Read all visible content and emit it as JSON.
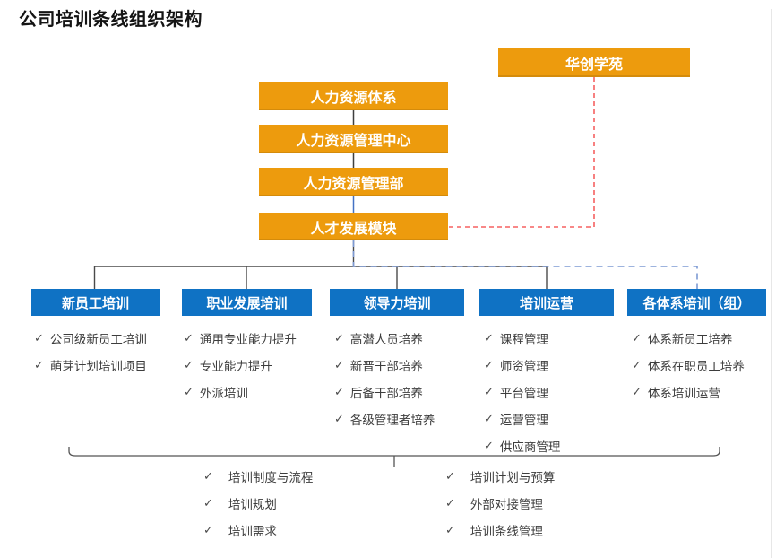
{
  "title": "公司培训条线组织架构",
  "colors": {
    "box_orange": "#ED9B0D",
    "box_blue": "#0F72C4",
    "red_dashed_line": "#F56060",
    "blue_dashed_line": "#7D9AD4",
    "solid_line": "#4A4A4A",
    "list_text": "#3D3D3D"
  },
  "check_glyph": "✓",
  "hierarchy": {
    "affiliate": "华创学苑",
    "chain": [
      "人力资源体系",
      "人力资源管理中心",
      "人力资源管理部",
      "人才发展模块"
    ]
  },
  "columns": [
    {
      "label": "新员工培训",
      "items": [
        "公司级新员工培训",
        "萌芽计划培训项目"
      ]
    },
    {
      "label": "职业发展培训",
      "items": [
        "通用专业能力提升",
        "专业能力提升",
        "外派培训"
      ]
    },
    {
      "label": "领导力培训",
      "items": [
        "高潜人员培养",
        "新晋干部培养",
        "后备干部培养",
        "各级管理者培养"
      ]
    },
    {
      "label": "培训运营",
      "items": [
        "课程管理",
        "师资管理",
        "平台管理",
        "运营管理",
        "供应商管理"
      ]
    },
    {
      "label": "各体系培训（组）",
      "items": [
        "体系新员工培养",
        "体系在职员工培养",
        "体系培训运营"
      ]
    }
  ],
  "footer_lists": [
    {
      "items": [
        "培训制度与流程",
        "培训规划",
        "培训需求"
      ]
    },
    {
      "items": [
        "培训计划与预算",
        "外部对接管理",
        "培训条线管理"
      ]
    }
  ]
}
